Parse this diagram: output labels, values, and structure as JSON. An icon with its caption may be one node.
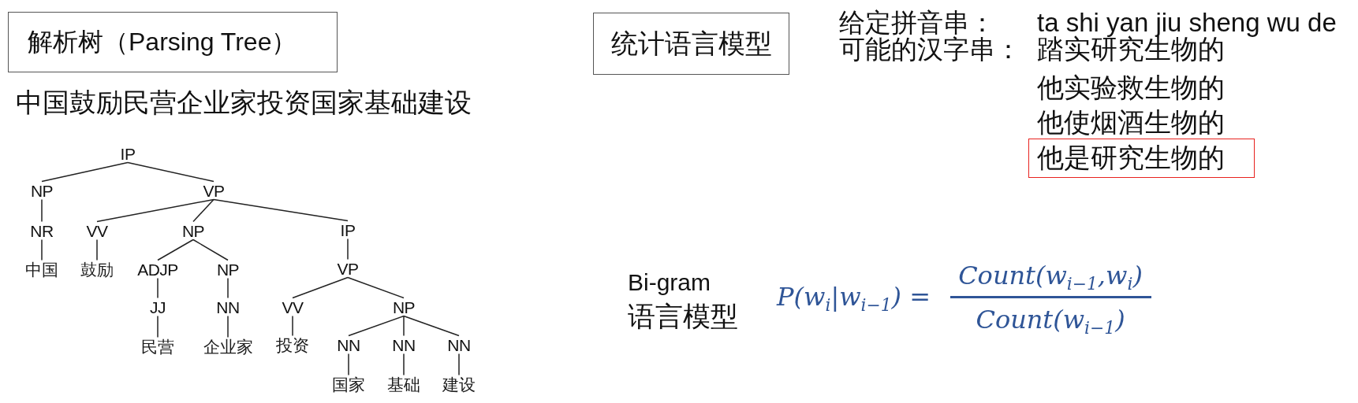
{
  "diagram": {
    "nodes": [
      {
        "text": [
          "解析树（Parsing Tree）"
        ]
      },
      {
        "text": [
          "IP"
        ]
      },
      {
        "text": [
          "NP"
        ]
      },
      {
        "text": [
          "VP"
        ]
      },
      {
        "text": [
          "NR"
        ]
      },
      {
        "text": [
          "VV"
        ]
      },
      {
        "text": [
          "NP"
        ]
      },
      {
        "text": [
          "IP"
        ]
      },
      {
        "text": [
          "中国"
        ]
      },
      {
        "text": [
          "鼓励"
        ]
      },
      {
        "text": [
          "ADJP"
        ]
      },
      {
        "text": [
          "NP"
        ]
      },
      {
        "text": [
          "VP"
        ]
      },
      {
        "text": [
          "JJ"
        ]
      },
      {
        "text": [
          "NN"
        ]
      },
      {
        "text": [
          "VV"
        ]
      },
      {
        "text": [
          "NP"
        ]
      },
      {
        "text": [
          "民营"
        ]
      },
      {
        "text": [
          "企业家"
        ]
      },
      {
        "text": [
          "投资"
        ]
      },
      {
        "text": [
          "NN"
        ]
      },
      {
        "text": [
          "NN"
        ]
      },
      {
        "text": [
          "NN"
        ]
      },
      {
        "text": [
          "国家"
        ]
      },
      {
        "text": [
          "基础"
        ]
      },
      {
        "text": [
          "建设"
        ]
      },
      {
        "text": [
          "统计语言模型"
        ]
      },
      {
        "text": [
          "他是研究生物的"
        ]
      }
    ],
    "edges": [
      {
        "from": 1,
        "to": 2,
        "arrow": "none"
      },
      {
        "from": 1,
        "to": 3,
        "arrow": "none"
      },
      {
        "from": 2,
        "to": 4,
        "arrow": "none"
      },
      {
        "from": 3,
        "to": 5,
        "arrow": "none"
      },
      {
        "from": 3,
        "to": 6,
        "arrow": "none"
      },
      {
        "from": 3,
        "to": 7,
        "arrow": "none"
      },
      {
        "from": 4,
        "to": 8,
        "arrow": "none"
      },
      {
        "from": 5,
        "to": 9,
        "arrow": "none"
      },
      {
        "from": 6,
        "to": 10,
        "arrow": "none"
      },
      {
        "from": 6,
        "to": 11,
        "arrow": "none"
      },
      {
        "from": 7,
        "to": 12,
        "arrow": "none"
      },
      {
        "from": 10,
        "to": 13,
        "arrow": "none"
      },
      {
        "from": 11,
        "to": 14,
        "arrow": "none"
      },
      {
        "from": 12,
        "to": 15,
        "arrow": "none"
      },
      {
        "from": 12,
        "to": 16,
        "arrow": "none"
      },
      {
        "from": 13,
        "to": 17,
        "arrow": "none"
      },
      {
        "from": 14,
        "to": 18,
        "arrow": "none"
      },
      {
        "from": 15,
        "to": 19,
        "arrow": "none"
      },
      {
        "from": 16,
        "to": 20,
        "arrow": "none"
      },
      {
        "from": 16,
        "to": 21,
        "arrow": "none"
      },
      {
        "from": 16,
        "to": 22,
        "arrow": "none"
      },
      {
        "from": 20,
        "to": 23,
        "arrow": "none"
      },
      {
        "from": 21,
        "to": 24,
        "arrow": "none"
      },
      {
        "from": 22,
        "to": 25,
        "arrow": "none"
      }
    ],
    "labels": [
      "中国鼓励民营企业家投资国家基础建设",
      "给定拼音串：",
      "ta shi yan jiu sheng wu de",
      "可能的汉字串：",
      "踏实研究生物的",
      "他实验救生物的",
      "他使烟酒生物的",
      "Bi-gram",
      "语言模型",
      "P(w$_{i}$|w$_{i−1}$) =",
      "Count(w$_{i−1}$,w$_{i}$)",
      "Count(w$_{i−1}$)"
    ]
  }
}
